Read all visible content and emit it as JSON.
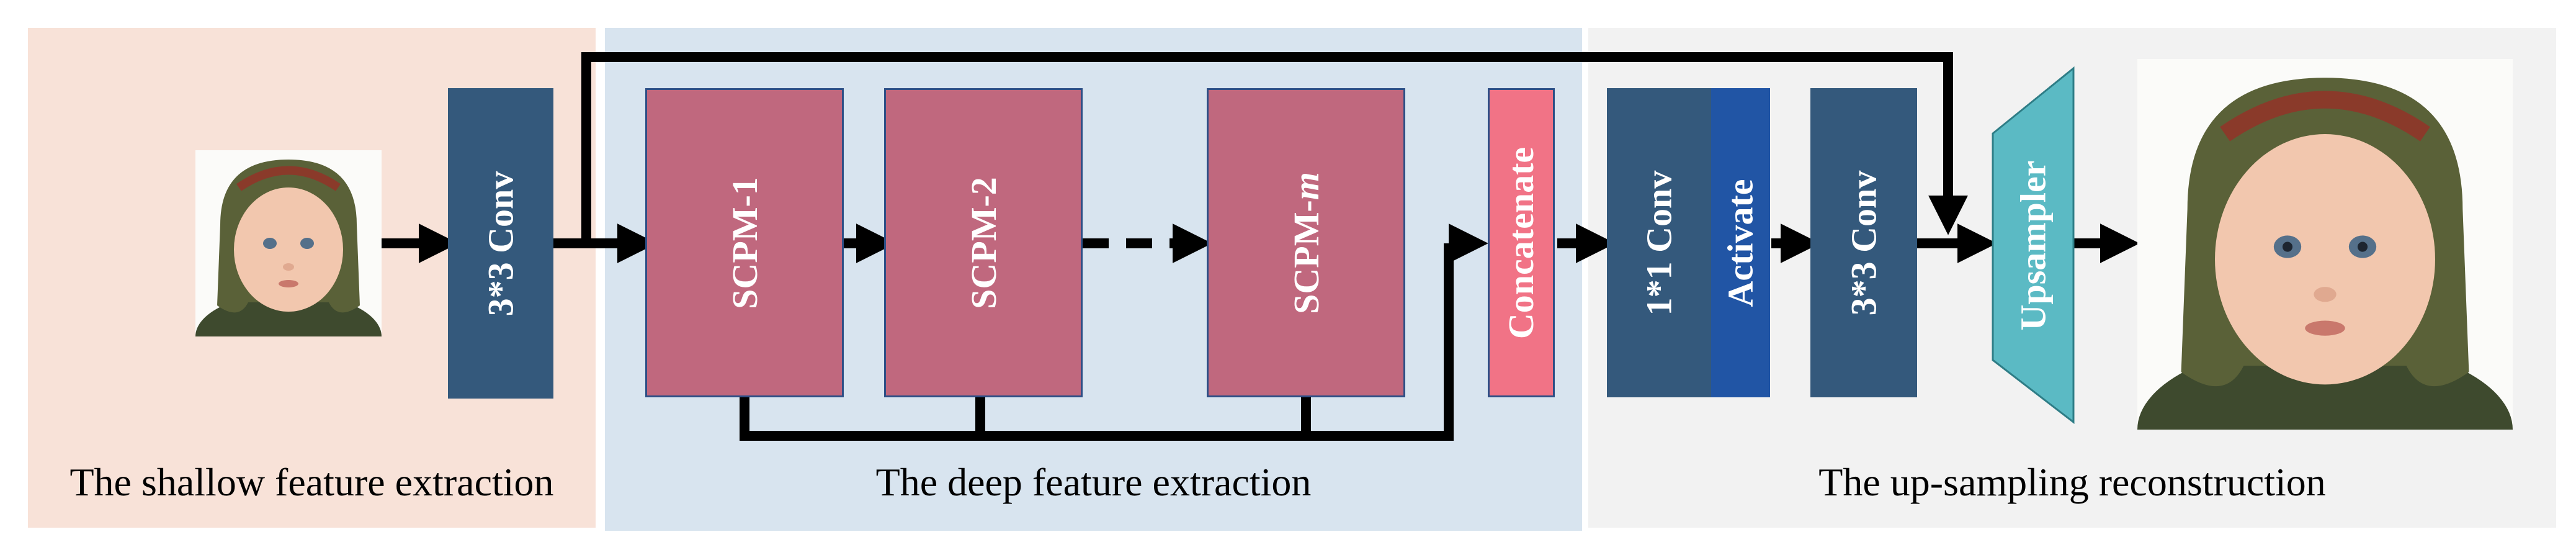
{
  "regions": {
    "shallow": {
      "caption": "The shallow feature extraction",
      "color": "#f8e2d8"
    },
    "deep": {
      "caption": "The deep feature extraction",
      "color": "#d8e4ef"
    },
    "upsampling": {
      "caption": "The up-sampling reconstruction",
      "color": "#f2f2f2"
    }
  },
  "blocks": {
    "conv_shallow": {
      "label": "3*3 Conv",
      "color": "#34597c"
    },
    "scpm_1": {
      "label": "SCPM-1",
      "color": "#c0687e"
    },
    "scpm_2": {
      "label": "SCPM-2",
      "color": "#c0687e"
    },
    "scpm_m_prefix": "SCPM-",
    "scpm_m_suffix": "m",
    "concatenate": {
      "label": "Concatenate",
      "color": "#f17386"
    },
    "conv_1x1": {
      "label": "1*1 Conv",
      "color": "#34597c"
    },
    "activate": {
      "label": "Activate",
      "color": "#2155a5"
    },
    "conv_up": {
      "label": "3*3 Conv",
      "color": "#34597c"
    },
    "upsampler": {
      "label": "Upsampler",
      "color": "#5bbac4"
    }
  },
  "images": {
    "input_face": "low-resolution face image",
    "output_face": "high-resolution face image"
  }
}
